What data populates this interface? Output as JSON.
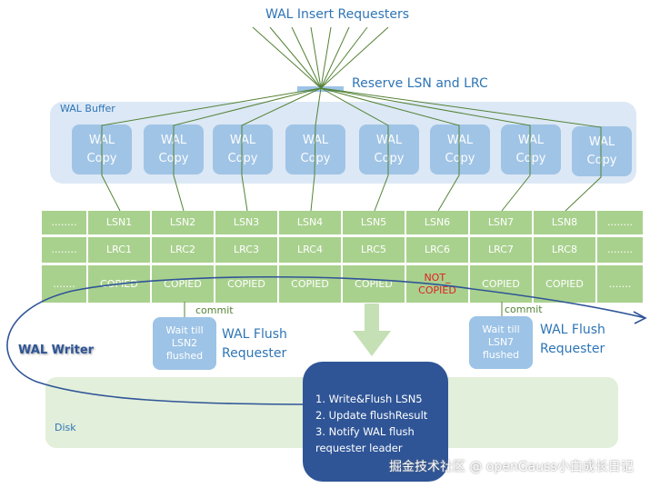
{
  "diagram": {
    "insert_requesters_label": "WAL Insert Requesters",
    "reserve_label": "Reserve LSN and LRC",
    "wal_buffer": {
      "label": "WAL Buffer",
      "copies": [
        {
          "line1": "WAL",
          "line2": "Copy"
        },
        {
          "line1": "WAL",
          "line2": "Copy"
        },
        {
          "line1": "WAL",
          "line2": "Copy"
        },
        {
          "line1": "WAL",
          "line2": "Copy"
        },
        {
          "line1": "WAL",
          "line2": "Copy"
        },
        {
          "line1": "WAL",
          "line2": "Copy"
        },
        {
          "line1": "WAL",
          "line2": "Copy"
        },
        {
          "line1": "WAL",
          "line2": "Copy"
        }
      ]
    },
    "grid": {
      "lsn_row": [
        "........",
        "LSN1",
        "LSN2",
        "LSN3",
        "LSN4",
        "LSN5",
        "LSN6",
        "LSN7",
        "LSN8",
        "........"
      ],
      "lrc_row": [
        "........",
        "LRC1",
        "LRC2",
        "LRC3",
        "LRC4",
        "LRC5",
        "LRC6",
        "LRC7",
        "LRC8",
        "........"
      ],
      "status_row": [
        ".......",
        "COPIED",
        "COPIED",
        "COPIED",
        "COPIED",
        "COPIED",
        "NOT_\nCOPIED",
        "COPIED",
        "COPIED",
        "......."
      ],
      "highlight_color": "#e02020",
      "cell_color": "#a9d18e"
    },
    "flush_requesters": [
      {
        "commit_label": "commit",
        "wait_lines": [
          "Wait till",
          "LSN2",
          "flushed"
        ],
        "label_lines": [
          "WAL Flush",
          "Requester"
        ]
      },
      {
        "commit_label": "commit",
        "wait_lines": [
          "Wait till",
          "LSN7",
          "flushed"
        ],
        "label_lines": [
          "WAL Flush",
          "Requester"
        ]
      }
    ],
    "wal_writer": {
      "label": "WAL Writer",
      "steps": [
        "1. Write&Flush LSN5",
        "2. Update flushResult",
        "3. Notify WAL flush",
        "requester leader"
      ]
    },
    "disk_label": "Disk",
    "watermark": "掘金技术社区 @ openGauss小白成长日记",
    "colors": {
      "blue_text": "#2e75b6",
      "writer_box": "#2f5597",
      "buffer_bg": "#dce8f5",
      "copy_box": "#9dc3e6",
      "disk_bg": "#e2efda",
      "line_green": "#548235"
    }
  }
}
